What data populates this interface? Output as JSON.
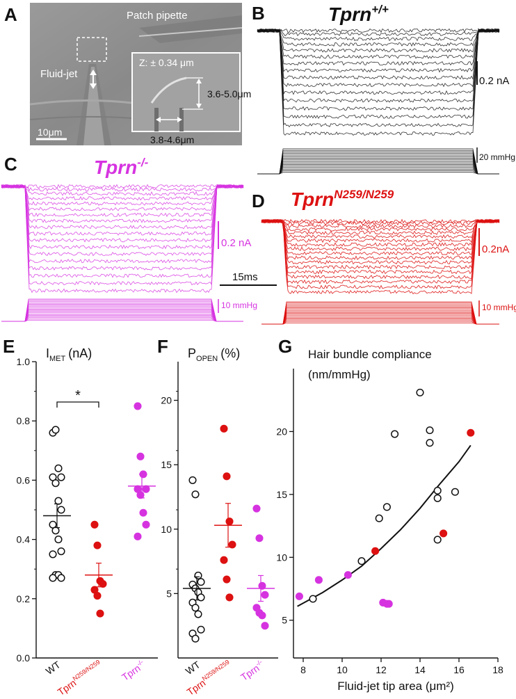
{
  "figure": {
    "panel_labels": {
      "a": "A",
      "b": "B",
      "c": "C",
      "d": "D",
      "e": "E",
      "f": "F",
      "g": "G"
    },
    "colors": {
      "wt": "#111111",
      "n259": "#dd1111",
      "ko": "#d633e0",
      "photo_bg": "#8f8f8f"
    },
    "panel_a": {
      "patch_pipette": "Patch pipette",
      "fluid_jet": "Fluid-jet",
      "z_text": "Z: ± 0.34 μm",
      "height_range": "3.6-5.0μm",
      "width_range": "3.8-4.6μm",
      "scale": "10μm"
    },
    "panel_b": {
      "title_base": "Tprn",
      "title_sup": "+/+",
      "current_scale": "0.2 nA",
      "pressure_scale": "20 mmHg"
    },
    "panel_c": {
      "title_base": "Tprn",
      "title_sup": "-/-",
      "current_scale": "0.2 nA",
      "pressure_scale": "10 mmHg",
      "time_scale": "15ms"
    },
    "panel_d": {
      "title_base": "Tprn",
      "title_sup": "N259/N259",
      "current_scale": "0.2nA",
      "pressure_scale": "10 mmHg"
    }
  },
  "chart_data": [
    {
      "type": "scatter",
      "panel": "E",
      "title_main": "I",
      "title_sub": "MET",
      "title_unit": "(nA)",
      "ylim": [
        0.0,
        1.0
      ],
      "yticks": [
        "0.0",
        "0.2",
        "0.4",
        "0.6",
        "0.8",
        "1.0"
      ],
      "categories": [
        {
          "main": "WT",
          "sup": ""
        },
        {
          "main": "Tprn",
          "sup": "N259/N259"
        },
        {
          "main": "Tprn",
          "sup": "-/-"
        }
      ],
      "significance": "*",
      "series": [
        {
          "values": [
            0.76,
            0.77,
            0.64,
            0.61,
            0.61,
            0.59,
            0.53,
            0.5,
            0.45,
            0.43,
            0.4,
            0.36,
            0.35,
            0.28,
            0.28,
            0.27,
            0.27
          ],
          "mean": 0.48,
          "sem": 0.04
        },
        {
          "values": [
            0.45,
            0.38,
            0.26,
            0.25,
            0.23,
            0.21,
            0.15
          ],
          "mean": 0.28,
          "sem": 0.04
        },
        {
          "values": [
            0.85,
            0.68,
            0.62,
            0.57,
            0.57,
            0.55,
            0.49,
            0.45,
            0.41
          ],
          "mean": 0.58,
          "sem": 0.04
        }
      ]
    },
    {
      "type": "scatter",
      "panel": "F",
      "title_main": "P",
      "title_sub": "OPEN",
      "title_unit": "(%)",
      "ylim": [
        0,
        23
      ],
      "yticks": [
        "5",
        "10",
        "15",
        "20"
      ],
      "categories": [
        {
          "main": "WT",
          "sup": ""
        },
        {
          "main": "Tprn",
          "sup": "N259/N259"
        },
        {
          "main": "Tprn",
          "sup": "-/-"
        }
      ],
      "series": [
        {
          "values": [
            13.8,
            12.7,
            6.4,
            5.9,
            5.7,
            5.4,
            5.1,
            4.7,
            4.3,
            3.9,
            3.4,
            2.2,
            1.9,
            1.5
          ],
          "mean": 5.4,
          "sem": 0.9
        },
        {
          "values": [
            17.8,
            14.1,
            10.6,
            8.8,
            7.6,
            6.1,
            4.7
          ],
          "mean": 10.3,
          "sem": 1.7
        },
        {
          "values": [
            11.6,
            9.3,
            5.6,
            4.9,
            3.9,
            3.5,
            3.3,
            2.5
          ],
          "mean": 5.4,
          "sem": 1.0
        }
      ]
    },
    {
      "type": "scatter",
      "panel": "G",
      "title": "Hair bundle compliance",
      "title_unit": "(nm/mmHg)",
      "xlabel": "Fluid-jet tip area (μm²)",
      "xlim": [
        7.5,
        18
      ],
      "ylim": [
        2,
        25
      ],
      "xticks": [
        "8",
        "10",
        "12",
        "14",
        "16",
        "18"
      ],
      "yticks": [
        "5",
        "10",
        "15",
        "20"
      ],
      "series": [
        {
          "points": [
            [
              8.5,
              6.7
            ],
            [
              11.0,
              9.7
            ],
            [
              11.9,
              13.1
            ],
            [
              12.3,
              14.0
            ],
            [
              12.7,
              19.8
            ],
            [
              14.0,
              23.1
            ],
            [
              14.5,
              20.1
            ],
            [
              14.5,
              19.1
            ],
            [
              14.9,
              15.3
            ],
            [
              14.9,
              14.7
            ],
            [
              14.9,
              11.4
            ],
            [
              15.8,
              15.2
            ]
          ]
        },
        {
          "points": [
            [
              11.7,
              10.5
            ],
            [
              15.2,
              11.9
            ],
            [
              16.6,
              19.9
            ]
          ]
        },
        {
          "points": [
            [
              7.8,
              6.9
            ],
            [
              8.8,
              8.2
            ],
            [
              10.3,
              8.6
            ],
            [
              12.1,
              6.4
            ],
            [
              12.3,
              6.3
            ],
            [
              12.4,
              6.3
            ]
          ]
        }
      ],
      "fit": [
        [
          7.7,
          6.1
        ],
        [
          9,
          7.2
        ],
        [
          10,
          8.2
        ],
        [
          11,
          9.3
        ],
        [
          12,
          10.7
        ],
        [
          13,
          12.2
        ],
        [
          14,
          13.9
        ],
        [
          15,
          15.8
        ],
        [
          16,
          17.6
        ],
        [
          16.6,
          18.9
        ]
      ]
    }
  ]
}
